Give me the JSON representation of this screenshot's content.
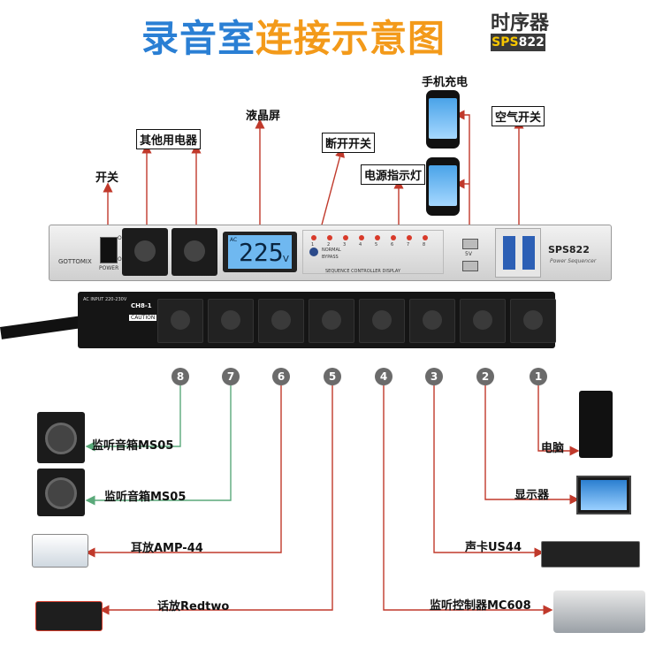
{
  "header": {
    "title_part1": "录音室",
    "title_part2": "连接示意图",
    "subtitle": "时序器",
    "model_prefix": "SPS",
    "model_suffix": "822"
  },
  "device": {
    "brand": "GOTTOMIX",
    "model": "SPS822",
    "model_sub": "Power Sequencer",
    "lcd_value": "225",
    "lcd_unit": "V",
    "lcd_tag": "AC",
    "power_label": "POWER",
    "switch_on": "ON",
    "switch_off": "OFF",
    "mode_normal": "NORMAL",
    "mode_bypass": "BYPASS",
    "sequence_label": "SEQUENCE CONTROLLER DISPLAY",
    "usb_label": "5V",
    "led_labels": [
      "1",
      "2",
      "3",
      "4",
      "5",
      "6",
      "7",
      "8"
    ],
    "strip_label": "CH8-1",
    "strip_input": "AC INPUT 220-230V",
    "caution": "CAUTION"
  },
  "callouts": {
    "switch": "开关",
    "other_outlets": "其他用电器",
    "lcd": "液晶屏",
    "disconnect": "断开开关",
    "power_indicator": "电源指示灯",
    "phone_charge": "手机充电",
    "air_switch": "空气开关"
  },
  "channels": [
    "8",
    "7",
    "6",
    "5",
    "4",
    "3",
    "2",
    "1"
  ],
  "connections": {
    "left": [
      {
        "channel": "8",
        "label": "监听音箱MS05"
      },
      {
        "channel": "7",
        "label": "监听音箱MS05"
      },
      {
        "channel": "6",
        "label": "耳放AMP-44"
      },
      {
        "channel": "5",
        "label": "话放Redtwo"
      }
    ],
    "right": [
      {
        "channel": "1",
        "label": "电脑"
      },
      {
        "channel": "2",
        "label": "显示器"
      },
      {
        "channel": "3",
        "label": "声卡US44"
      },
      {
        "channel": "4",
        "label": "监听控制器MC608"
      }
    ]
  },
  "colors": {
    "arrow_red": "#c0392b",
    "line_green": "#5aa97a",
    "line_red": "#c0392b"
  }
}
